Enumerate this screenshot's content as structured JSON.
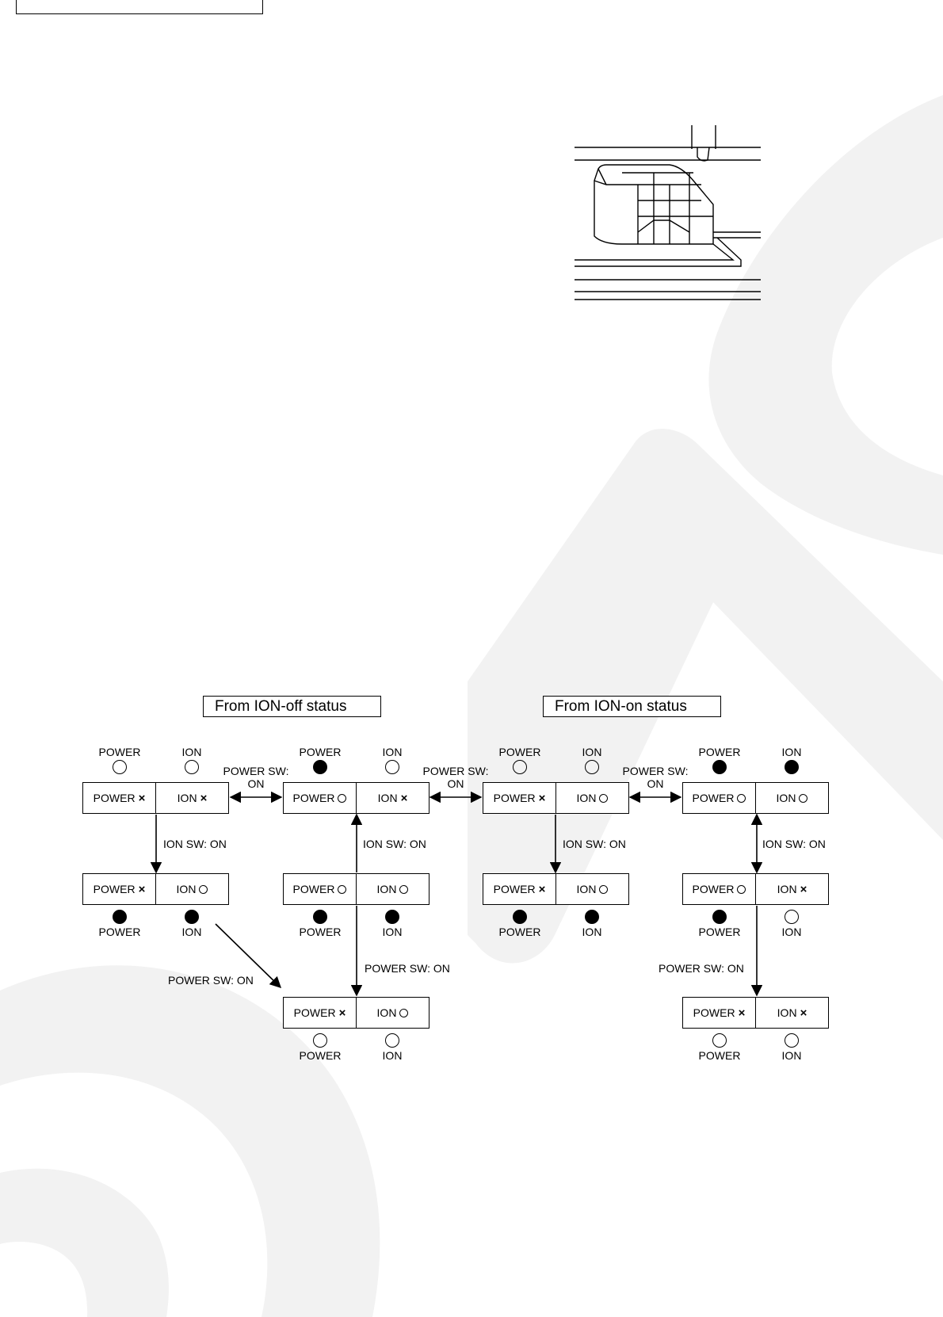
{
  "section_titles": {
    "ion_off": "From ION-off status",
    "ion_on": "From ION-on status"
  },
  "indicator_labels": {
    "power": "POWER",
    "ion": "ION"
  },
  "box_labels": {
    "power": "POWER",
    "ion": "ION"
  },
  "transition_labels": {
    "power_sw_on_line1": "POWER SW:",
    "power_sw_on_line2": "ON",
    "ion_sw_on": "ION SW: ON",
    "power_sw_on": "POWER SW: ON"
  },
  "states": [
    {
      "id": "s1",
      "power_indicator": "off",
      "ion_indicator": "off",
      "power_mark": "x",
      "ion_mark": "x"
    },
    {
      "id": "s2",
      "power_indicator": "on",
      "ion_indicator": "on",
      "power_mark": "x",
      "ion_mark": "o"
    },
    {
      "id": "s3",
      "power_indicator": "on",
      "ion_indicator": "off",
      "power_mark": "o",
      "ion_mark": "x"
    },
    {
      "id": "s4",
      "power_indicator": "on",
      "ion_indicator": "on",
      "power_mark": "o",
      "ion_mark": "o"
    },
    {
      "id": "s5",
      "power_indicator": "off",
      "ion_indicator": "off",
      "power_mark": "x",
      "ion_mark": "o"
    },
    {
      "id": "s6",
      "power_indicator": "off",
      "ion_indicator": "off",
      "power_mark": "x",
      "ion_mark": "o"
    },
    {
      "id": "s7",
      "power_indicator": "on",
      "ion_indicator": "on",
      "power_mark": "x",
      "ion_mark": "o"
    },
    {
      "id": "s8",
      "power_indicator": "on",
      "ion_indicator": "on",
      "power_mark": "o",
      "ion_mark": "o"
    },
    {
      "id": "s9",
      "power_indicator": "on",
      "ion_indicator": "off",
      "power_mark": "o",
      "ion_mark": "x"
    },
    {
      "id": "s10",
      "power_indicator": "off",
      "ion_indicator": "off",
      "power_mark": "x",
      "ion_mark": "x"
    }
  ]
}
